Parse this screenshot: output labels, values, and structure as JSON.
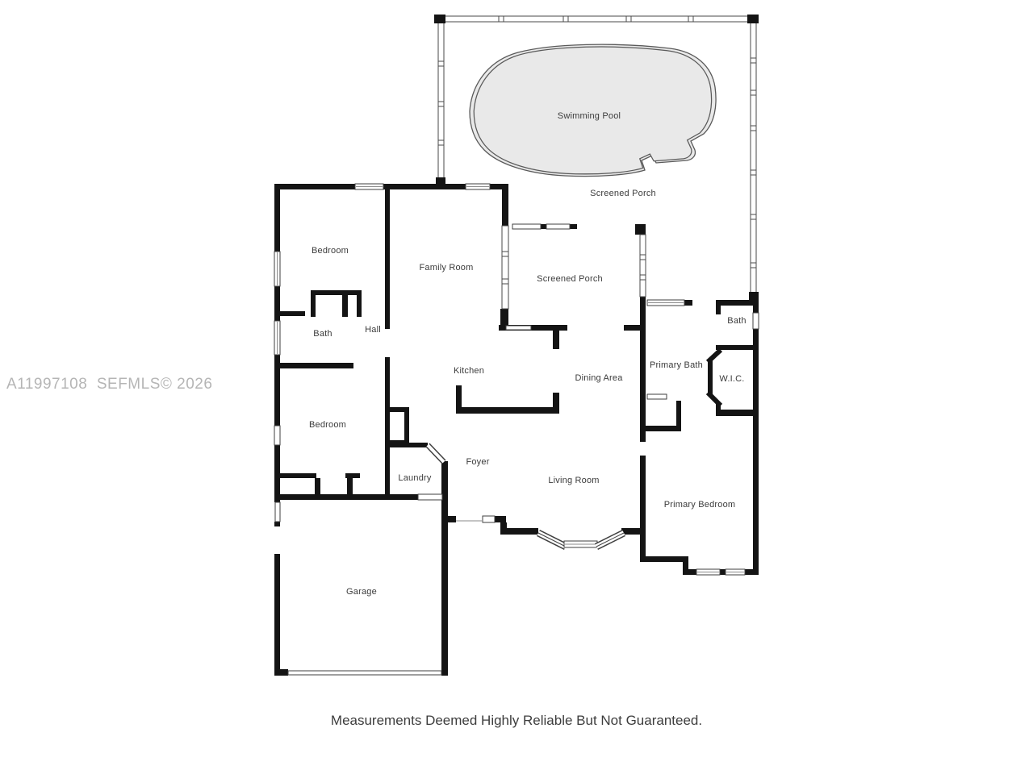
{
  "watermark": "A11997108  SEFMLS© 2026",
  "disclaimer": "Measurements Deemed Highly Reliable But Not Guaranteed.",
  "rooms": {
    "swimming_pool": "Swimming Pool",
    "screened_porch_pool": "Screened Porch",
    "bedroom_top": "Bedroom",
    "family_room": "Family Room",
    "screened_porch_mid": "Screened Porch",
    "bath_hall": "Bath",
    "hall": "Hall",
    "kitchen": "Kitchen",
    "dining_area": "Dining Area",
    "primary_bath": "Primary Bath",
    "bath_ensuite": "Bath",
    "wic": "W.I.C.",
    "bedroom_bottom": "Bedroom",
    "laundry": "Laundry",
    "foyer": "Foyer",
    "living_room": "Living Room",
    "primary_bedroom": "Primary Bedroom",
    "garage": "Garage"
  },
  "colors": {
    "wall": "#141414",
    "pool_fill": "#e9e9e9",
    "pool_outline": "#5a5a5a",
    "screen_wall": "#4a4a4a",
    "label_text": "#3b3b3b",
    "watermark_text": "#b5b5b5",
    "background": "#ffffff"
  }
}
